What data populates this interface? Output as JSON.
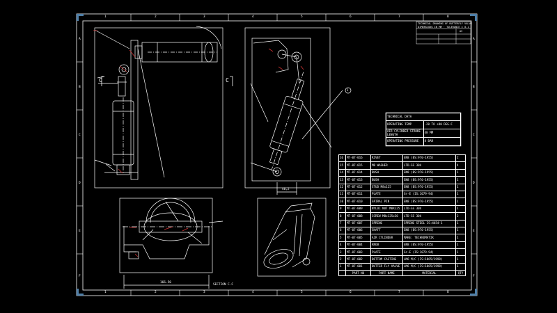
{
  "colors": {
    "background": "#000000",
    "lines": "#ffffff",
    "accent": "#cc3333",
    "corner": "#4f7fa8"
  },
  "border": {
    "columns": [
      "1",
      "2",
      "3",
      "4",
      "5",
      "6",
      "7",
      "8"
    ],
    "rows": [
      "A",
      "B",
      "C",
      "D",
      "E",
      "F"
    ]
  },
  "title_block": {
    "lines": [
      "TECHNICAL DRAWING OF BUTTERFLY VALVE",
      "DIMENSIONS IN MM · TOLERANCE ± 0.1"
    ],
    "sheet": "A3"
  },
  "technical_data": {
    "header": "TECHNICAL DATA",
    "rows": [
      {
        "label": "OPERATING TEMP",
        "value": "-20 TO +80 DEG.C"
      },
      {
        "label": "AIR CYLINDER STROKE LENGTH",
        "value": "40 MM"
      },
      {
        "label": "OPERATING PRESSURE",
        "value": "8 BAR"
      }
    ]
  },
  "parts_list": {
    "header": [
      "",
      "PART NO",
      "PART NAME",
      "MATERIAL",
      "QTY"
    ],
    "rows": [
      [
        "16",
        "MT-07-016",
        "RIVET",
        "EN8 (BS:970-1955)",
        "2"
      ],
      [
        "15",
        "MT-07-015",
        "M8 WASHER",
        "LTD-SS 304",
        "4"
      ],
      [
        "14",
        "MT-07-014",
        "BUSH",
        "EN8 (BS:970-1955)",
        "1"
      ],
      [
        "13",
        "MT-07-013",
        "BUSH",
        "EN8 (BS:970-1955)",
        "1"
      ],
      [
        "12",
        "MT-07-012",
        "STUD M8x125",
        "EN8 (BS:970-1955)",
        "1"
      ],
      [
        "11",
        "MT-07-011",
        "PLATE",
        "Gr-E (IS:1079-94)",
        "1"
      ],
      [
        "10",
        "MT-07-010",
        "SPIRAL PIN",
        "EN8 (BS:970-1955)",
        "1"
      ],
      [
        "9",
        "MT-07-009",
        "NYLOC NUT M8X125",
        "LTD-SS 304",
        "1"
      ],
      [
        "8",
        "MT-07-008",
        "SCREW M8x125x20",
        "LTD-SS 304",
        "2"
      ],
      [
        "7",
        "MT-07-007",
        "SPRING",
        "SPRING STEEL IS:4454-1",
        "1"
      ],
      [
        "6",
        "MT-07-006",
        "SHAFT",
        "EN8 (BS:970-1955)",
        "1"
      ],
      [
        "5",
        "MT-07-005",
        "AIR CYLINDER",
        "MAKE: TECHNOMATIK",
        "1"
      ],
      [
        "4",
        "MT-07-004",
        "KNOB",
        "EN8 (BS:970-1955)",
        "1"
      ],
      [
        "3",
        "MT-07-003",
        "PLATE",
        "Gr-E (IS:1079-94)",
        "1"
      ],
      [
        "2",
        "MT-07-002",
        "BOTTOM CASTING",
        "LM6 M/C (IS:1865/1998)",
        "1"
      ],
      [
        "1",
        "MT-07-001",
        "BUTTER FLY VALVE",
        "LM6 M/C (IS:1865/1998)",
        "1"
      ]
    ]
  },
  "labels": {
    "dim_side": "40,2",
    "dim_section": "166.50",
    "section": "SECTION C-C",
    "balloon": "1",
    "cut_left": "C",
    "cut_right": "C"
  }
}
